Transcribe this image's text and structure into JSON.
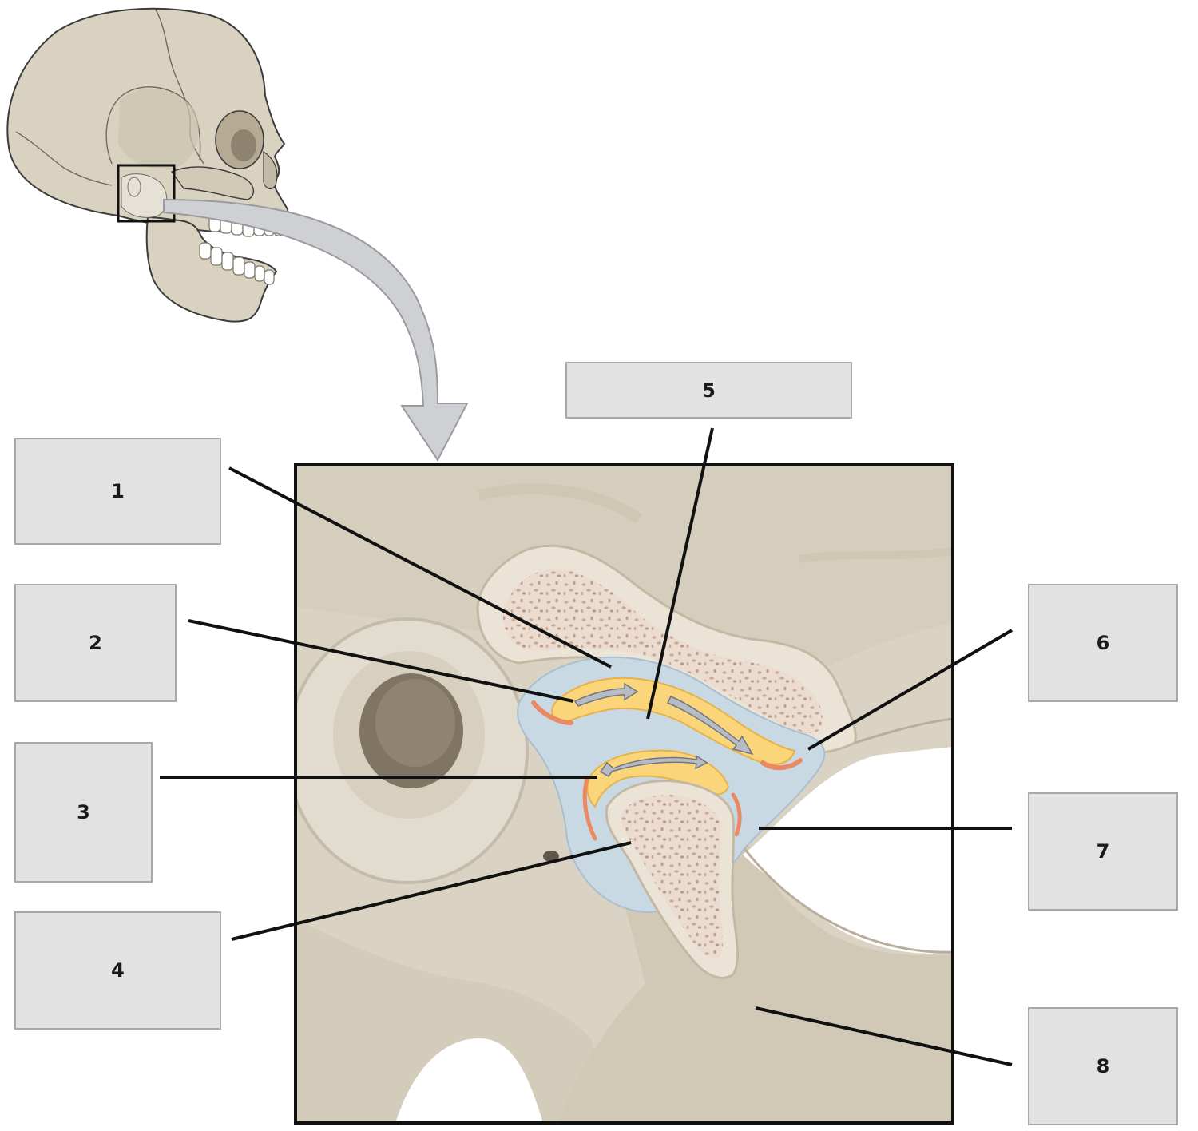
{
  "labels": [
    {
      "id": "1",
      "text": "1"
    },
    {
      "id": "2",
      "text": "2"
    },
    {
      "id": "3",
      "text": "3"
    },
    {
      "id": "4",
      "text": "4"
    },
    {
      "id": "5",
      "text": "5"
    },
    {
      "id": "6",
      "text": "6"
    },
    {
      "id": "7",
      "text": "7"
    },
    {
      "id": "8",
      "text": "8"
    }
  ],
  "colors": {
    "bone": "#d8d0bf",
    "bone_dark": "#b7ae9b",
    "spongy_bone": "#e8d6c8",
    "synovial_membrane": "#c9d9e4",
    "articular_disc": "#fbd57a",
    "articular_cartilage": "#e98a62",
    "arrow_gray": "#cfd0d4",
    "label_fill": "#e2e2e2",
    "label_border": "#a8a8a8",
    "leader_line": "#111111"
  }
}
